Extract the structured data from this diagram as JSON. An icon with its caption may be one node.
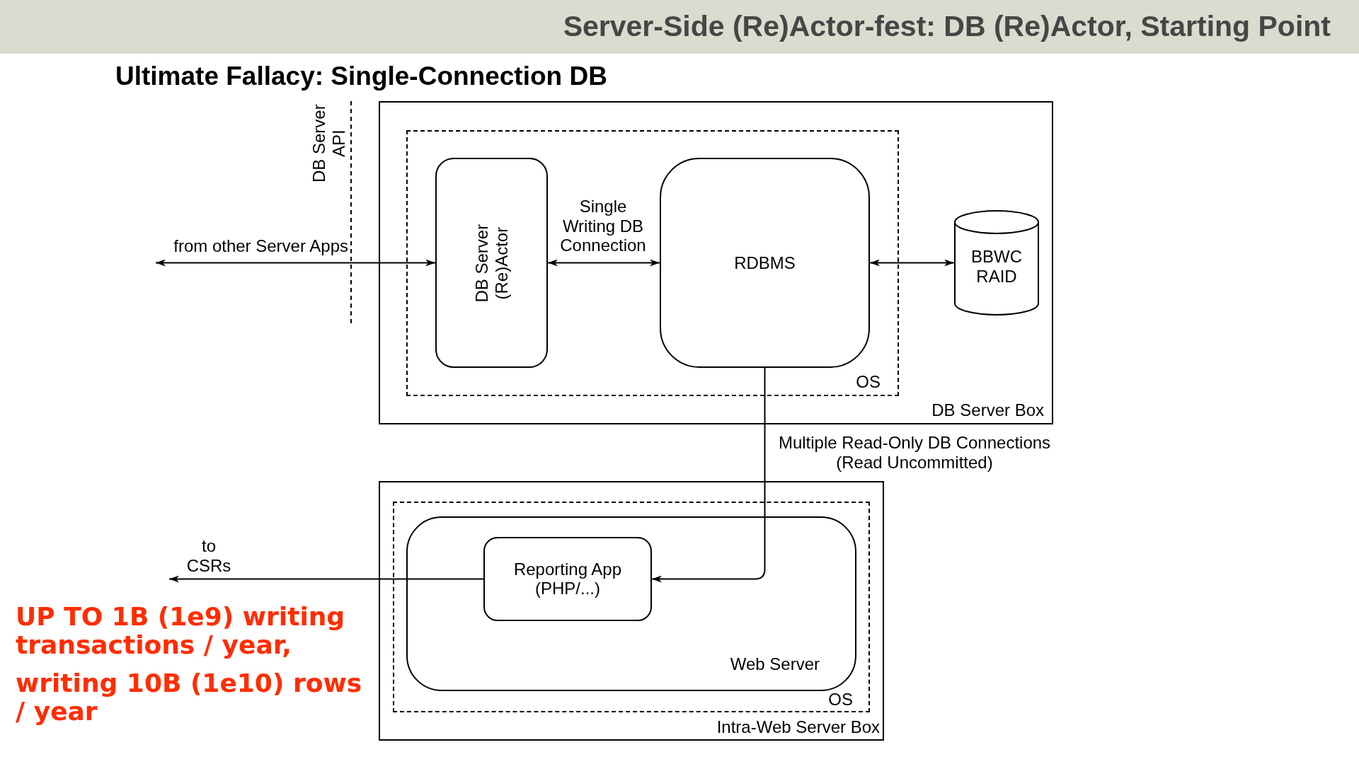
{
  "diagram": {
    "title": "Server-Side (Re)Actor-fest: DB (Re)Actor, Starting Point",
    "nodes": [
      {
        "text": [
          "DB Server Box"
        ]
      },
      {
        "text": [
          "OS"
        ],
        "in": 0
      },
      {
        "text": [
          "DB Server (Re)Actor"
        ],
        "in": 1
      },
      {
        "text": [
          "RDBMS"
        ],
        "in": 1
      },
      {
        "text": [
          "BBWC RAID"
        ],
        "in": 0
      },
      {
        "text": [
          "Intra-Web Server Box"
        ]
      },
      {
        "text": [
          "OS"
        ],
        "in": 5
      },
      {
        "text": [
          "Web Server"
        ],
        "in": 6
      },
      {
        "text": [
          "Reporting App (PHP/...)"
        ],
        "in": 7
      }
    ],
    "edges": [
      {
        "from": null,
        "to": 2,
        "arrow": "both",
        "label": "from other Server Apps"
      },
      {
        "from": 2,
        "to": 3,
        "arrow": "both",
        "label": "Single Writing DB Connection"
      },
      {
        "from": 3,
        "to": 4,
        "arrow": "both"
      },
      {
        "from": 3,
        "to": 8,
        "arrow": "to",
        "label": "Multiple Read-Only DB Connections (Read Uncommitted)"
      },
      {
        "from": 8,
        "to": null,
        "arrow": "to",
        "label": "to CSRs"
      }
    ],
    "labels": [
      "Ultimate Fallacy: Single-Connection DB",
      "DB Server API",
      "UP TO 1B (1e9) writing transactions / year,",
      "writing 10B (1e10) rows / year"
    ]
  }
}
